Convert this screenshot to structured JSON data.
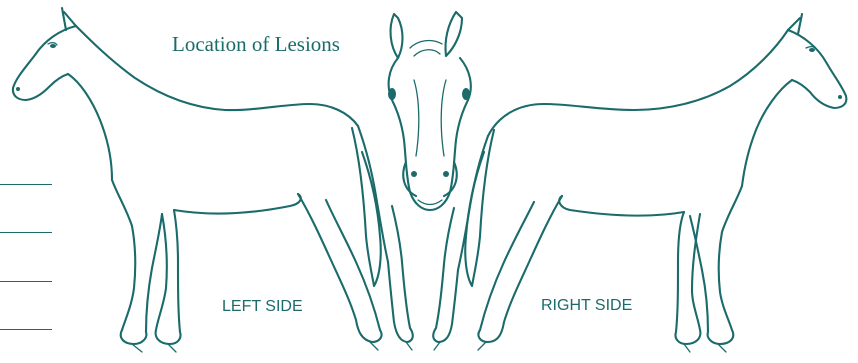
{
  "title": "Location of Lesions",
  "labels": {
    "left": "LEFT SIDE",
    "right": "RIGHT SIDE"
  },
  "colors": {
    "outline": "#1b6b6b",
    "background": "#ffffff"
  }
}
